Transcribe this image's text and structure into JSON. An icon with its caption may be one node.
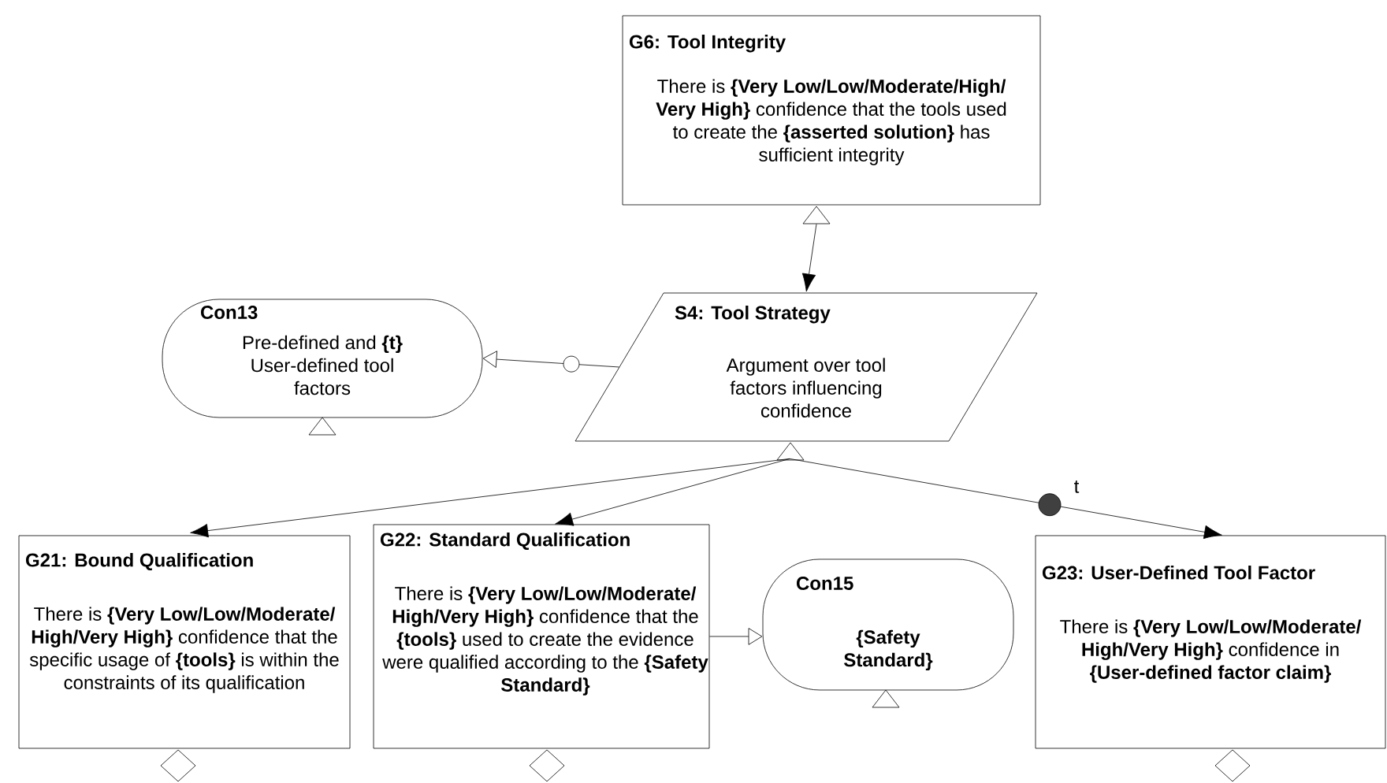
{
  "diagram": {
    "nodes": [
      {
        "text": [
          "G6: Tool Integrity",
          "There is **{Very Low/Low/Moderate/High/Very High}** confidence that the tools used to create the **{asserted solution}** has sufficient integrity"
        ]
      },
      {
        "text": [
          "Con13",
          "Pre-defined and **{t}** User-defined tool factors"
        ]
      },
      {
        "text": [
          "S4: Tool Strategy",
          "Argument over tool factors influencing confidence"
        ]
      },
      {
        "text": [
          "G21: Bound Qualification",
          "There is **{Very Low/Low/Moderate/High/Very High}** confidence that the specific usage of **{tools}** is within the constraints of its qualification"
        ]
      },
      {
        "text": [
          "G22: Standard Qualification",
          "There is **{Very Low/Low/Moderate/High/Very High}** confidence that the **{tools}** used to create the evidence were qualified according to the **{Safety Standard}**"
        ]
      },
      {
        "text": [
          "Con15",
          "{Safety Standard}"
        ]
      },
      {
        "text": [
          "G23: User-Defined Tool Factor",
          "There is **{Very Low/Low/Moderate/High/Very High}** confidence in **{User-defined factor claim}**"
        ]
      }
    ],
    "edges": [
      {
        "from": 0,
        "to": 2,
        "arrow": "to"
      },
      {
        "from": 2,
        "to": 1,
        "arrow": "to"
      },
      {
        "from": 2,
        "to": 3,
        "arrow": "to"
      },
      {
        "from": 2,
        "to": 4,
        "arrow": "to"
      },
      {
        "from": 2,
        "to": 6,
        "arrow": "to",
        "label": "t"
      },
      {
        "from": 4,
        "to": 5,
        "arrow": "to"
      }
    ]
  }
}
